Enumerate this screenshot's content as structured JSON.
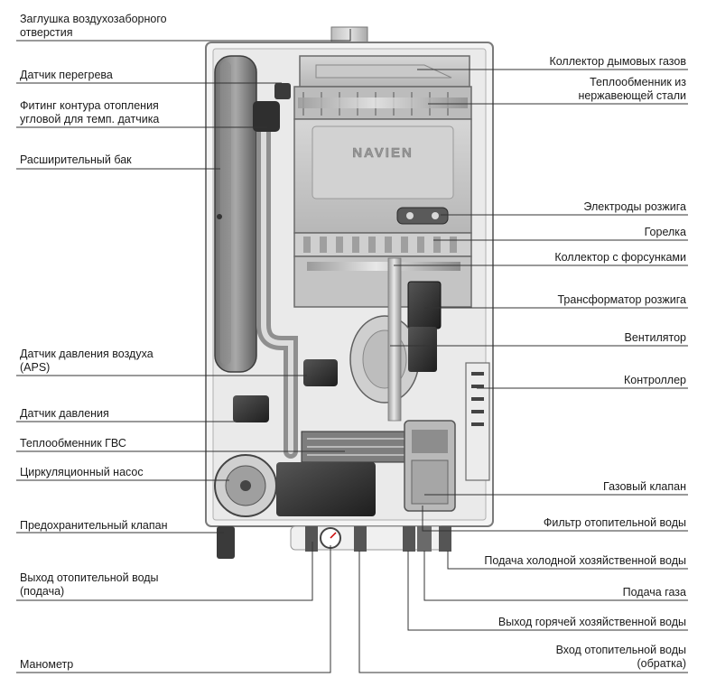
{
  "brand": "NAVIEN",
  "labels_left": [
    "Заглушка воздухозаборного\nотверстия",
    "Датчик перегрева",
    "Фитинг контура отопления\nугловой для темп. датчика",
    "Расширительный бак",
    "Датчик давления воздуха\n(APS)",
    "Датчик давления",
    "Теплообменник ГВС",
    "Циркуляционный насос",
    "Предохранительный  клапан",
    "Выход отопительной воды\n(подача)",
    "Манометр"
  ],
  "labels_right": [
    "Коллектор дымовых газов",
    "Теплообменник из\nнержавеющей стали",
    "Электроды розжига",
    "Горелка",
    "Коллектор с форсунками",
    "Трансформатор розжига",
    "Вентилятор",
    "Контроллер",
    "Газовый клапан",
    "Фильтр отопительной воды",
    "Подача холодной хозяйственной воды",
    "Подача газа",
    "Выход горячей хозяйственной воды",
    "Вход отопительной воды\n(обратка)"
  ]
}
